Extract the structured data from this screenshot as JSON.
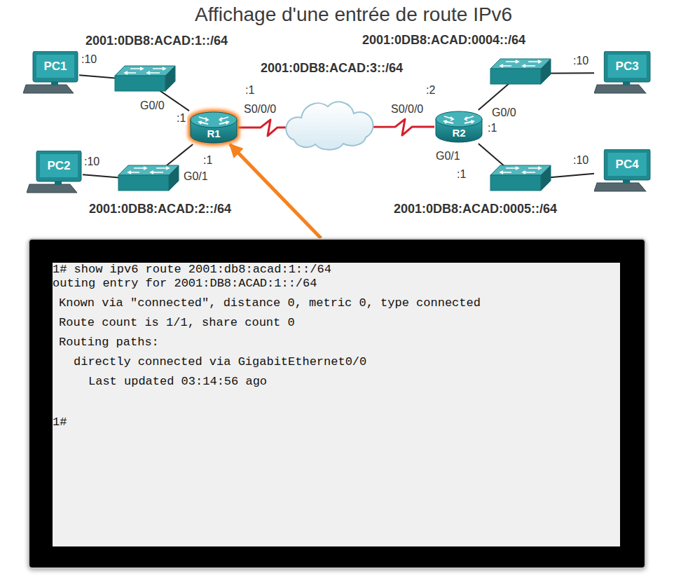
{
  "diagram": {
    "title": "Affichage d'une entrée de route IPv6",
    "nodes": [
      {
        "text": [
          "PC1"
        ]
      },
      {
        "text": [
          "R1"
        ]
      },
      {
        "text": [
          "R2"
        ]
      },
      {
        "text": [
          "PC3"
        ]
      },
      {
        "text": [
          "PC2"
        ]
      },
      {
        "text": [
          "PC4"
        ]
      },
      {
        "text": [
          "1# show ipv6 route 2001:db8:acad:1::/64",
          "outing entry for 2001:DB8:ACAD:1::/64",
          "Known via \"connected\", distance 0, metric 0, type connected",
          "Route count is 1/1, share count 0",
          "Routing paths:",
          "directly connected via GigabitEthernet0/0",
          "Last updated 03:14:56 ago",
          "1#"
        ]
      }
    ],
    "edges": [
      {
        "from": 0,
        "to": 1,
        "arrow": "none"
      },
      {
        "from": 4,
        "to": 1,
        "arrow": "none"
      },
      {
        "from": 1,
        "to": 2,
        "arrow": "none"
      },
      {
        "from": 2,
        "to": 3,
        "arrow": "none"
      },
      {
        "from": 2,
        "to": 5,
        "arrow": "none"
      },
      {
        "from": 6,
        "to": 1,
        "arrow": "to"
      }
    ],
    "labels": [
      "2001:0DB8:ACAD:1::/64",
      ":10",
      "G0/0",
      ":1",
      ":1",
      "S0/0/0",
      "2001:0DB8:ACAD:3::/64",
      "2001:0DB8:ACAD:0004::/64",
      ":2",
      "S0/0/0",
      "G0/0",
      ":1",
      ":10",
      ":10",
      ":1",
      "G0/1",
      "2001:0DB8:ACAD:2::/64",
      "G0/1",
      ":1",
      ":10",
      "2001:0DB8:ACAD:0005::/64"
    ]
  }
}
